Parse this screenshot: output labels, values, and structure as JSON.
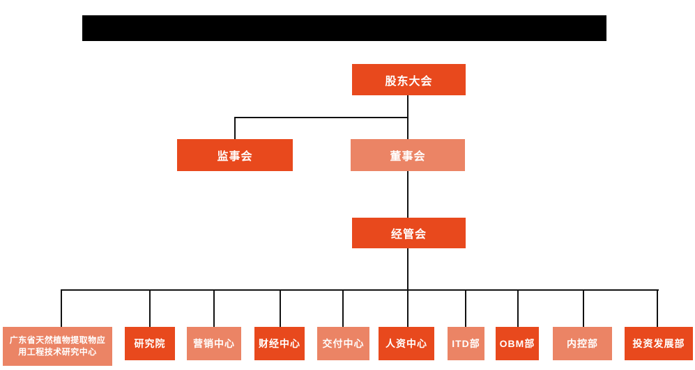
{
  "colors": {
    "node_dark": "#E8491D",
    "node_light": "#EB8465",
    "connector": "#111111",
    "node_text": "#FFFFFF",
    "redaction_bar": "#000000"
  },
  "org": {
    "root": {
      "label": "股东大会"
    },
    "supervisory": {
      "label": "监事会"
    },
    "board": {
      "label": "董事会"
    },
    "management": {
      "label": "经管会"
    },
    "departments": [
      {
        "label": "广东省天然植物提取物应用工程技术研究中心",
        "lines": [
          "广东省天然植物提取物应",
          "用工程技术研究中心"
        ]
      },
      {
        "label": "研究院"
      },
      {
        "label": "营销中心"
      },
      {
        "label": "财经中心"
      },
      {
        "label": "交付中心"
      },
      {
        "label": "人资中心"
      },
      {
        "label": "ITD部"
      },
      {
        "label": "OBM部"
      },
      {
        "label": "内控部"
      },
      {
        "label": "投资发展部"
      }
    ]
  }
}
